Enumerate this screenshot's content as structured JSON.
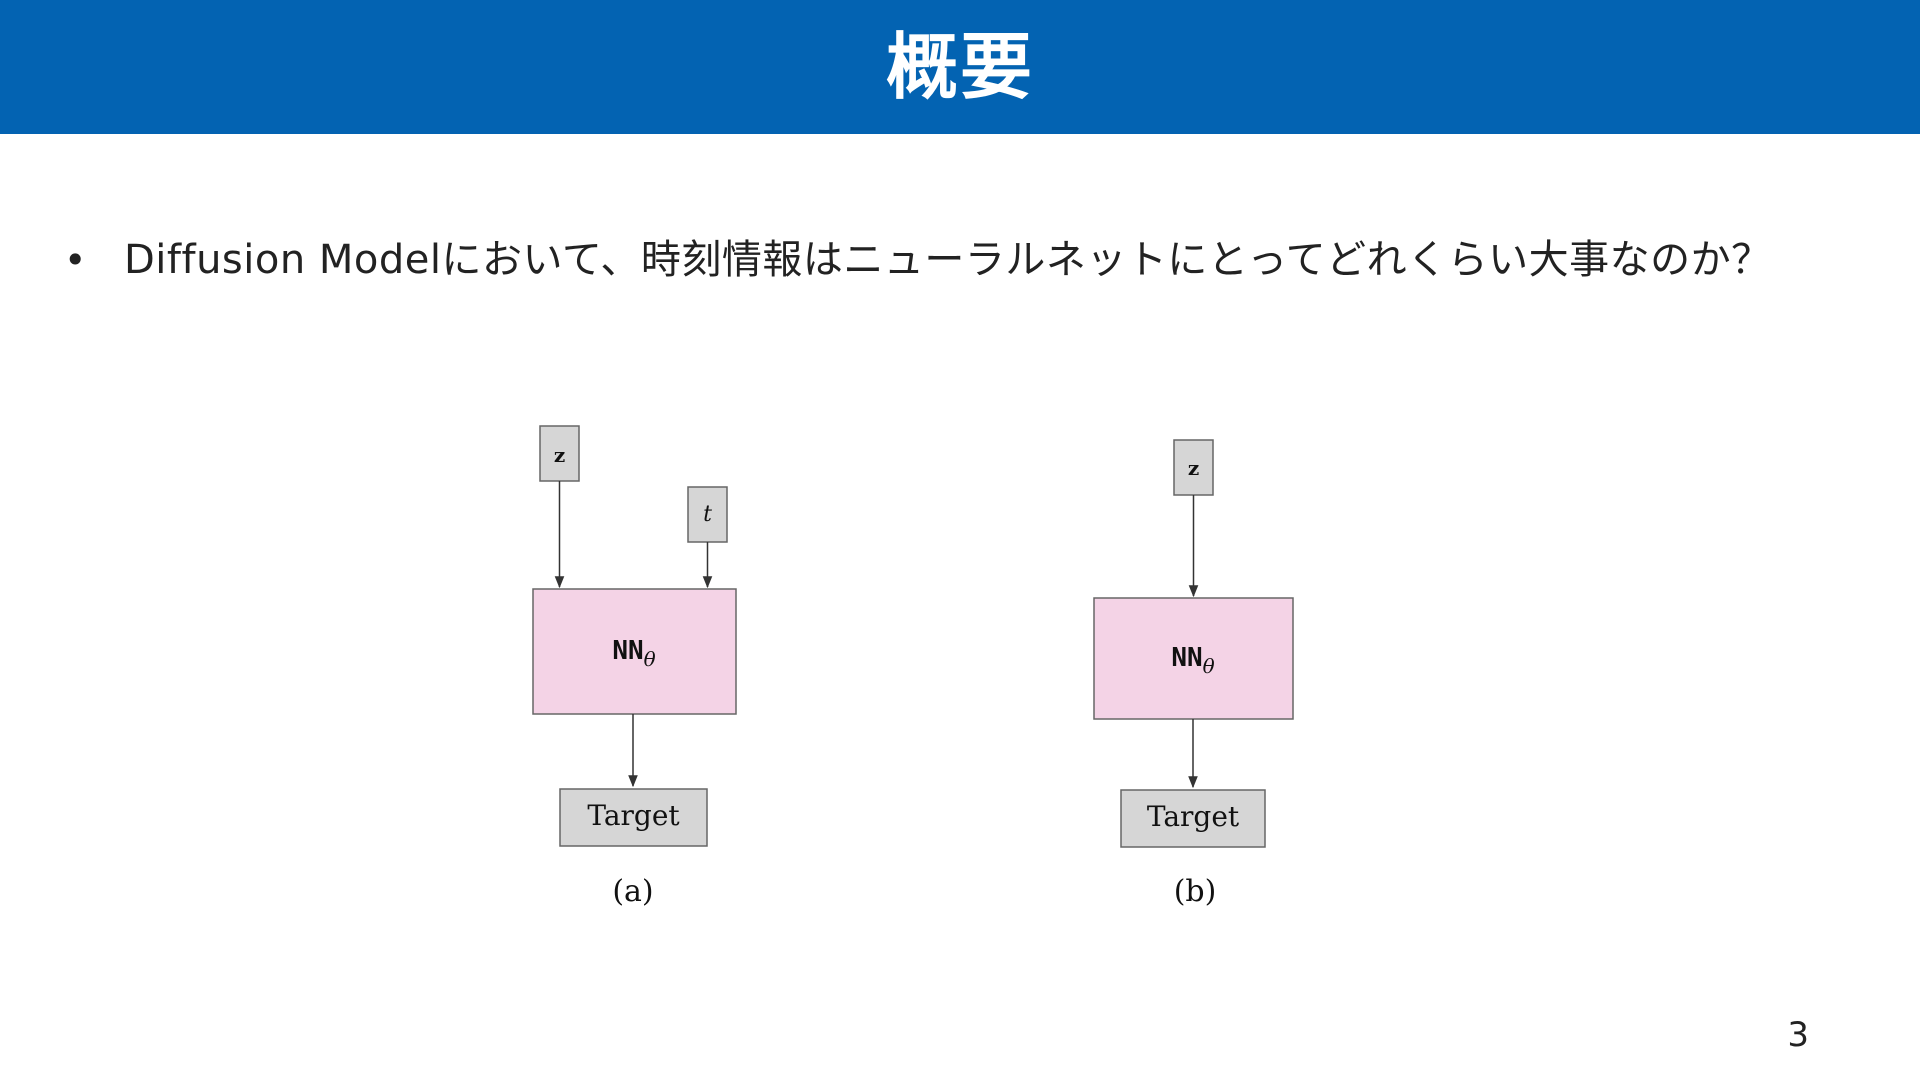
{
  "header": {
    "title": "概要"
  },
  "body": {
    "bullet_symbol": "•",
    "bullet_text": "Diffusion Modelにおいて、時刻情報はニューラルネットにとってどれくらい大事なのか？"
  },
  "figure": {
    "panel_a": {
      "input_z": "z",
      "input_t": "t",
      "network_main": "NN",
      "network_sub": "θ",
      "output": "Target",
      "caption": "(a)"
    },
    "panel_b": {
      "input_z": "z",
      "network_main": "NN",
      "network_sub": "θ",
      "output": "Target",
      "caption": "(b)"
    }
  },
  "footer": {
    "page_number": "3"
  },
  "colors": {
    "title_bar": "#0363b2",
    "network_fill": "#f4d3e6",
    "io_box_fill": "#d6d6d6",
    "box_stroke": "#555555"
  }
}
